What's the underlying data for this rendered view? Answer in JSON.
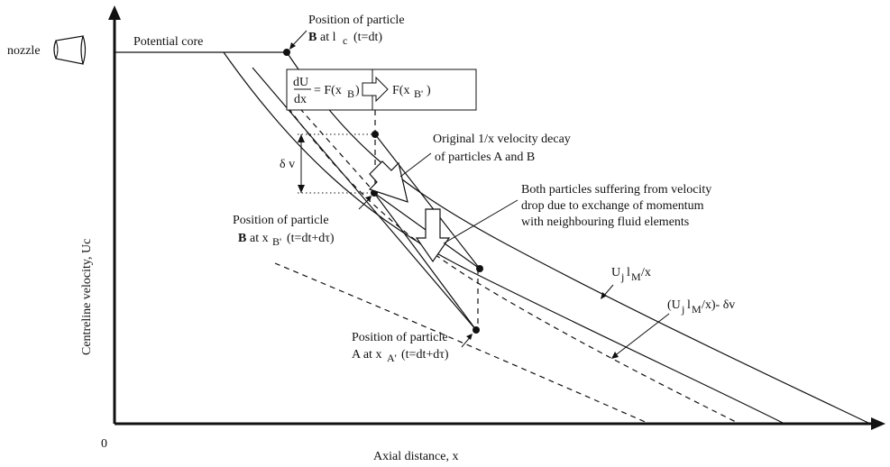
{
  "labels": {
    "nozzle": "nozzle",
    "potential_core": "Potential core",
    "pos_B_lc_line1": "Position of particle",
    "pos_B_lc_line2_bold": "B",
    "pos_B_lc_line2_rest": "at l",
    "pos_B_lc_sub": "c",
    "pos_B_lc_time": "(t=dt)",
    "eq_num": "dU",
    "eq_den": "dx",
    "eq_rhs": "= F(x",
    "eq_rhs_sub": "B",
    "eq_rhs_close": ")",
    "eq_arrow_target": "F(x",
    "eq_arrow_target_sub": "B'",
    "eq_arrow_target_close": ")",
    "orig_decay_line1": "Original 1/x velocity decay",
    "orig_decay_line2": "of particles A and B",
    "delta_v": "δ v",
    "both_line1": "Both particles suffering  from velocity",
    "both_line2": "drop due to exchange of momentum",
    "both_line3": "with neighbouring fluid elements",
    "pos_B_xB_line1": "Position of particle",
    "pos_B_xB_line2_bold": "B",
    "pos_B_xB_line2_rest": "at x",
    "pos_B_xB_sub": "B'",
    "pos_B_xB_time": "(t=dt+dτ)",
    "ujlm_curve": "U",
    "ujlm_j": "j",
    "ujlm_l": "l",
    "ujlm_M": "M",
    "ujlm_tail": "/x",
    "ujlm_dv_open": "(U",
    "ujlm_dv_tail": "/x)- δv",
    "pos_A_line1": "Position of particle",
    "pos_A_line2": "A at x",
    "pos_A_sub": "A'",
    "pos_A_time": "(t=dt+dτ)",
    "y_axis": "Centreline velocity, Uc",
    "x_axis": "Axial distance, x",
    "origin": "0"
  }
}
